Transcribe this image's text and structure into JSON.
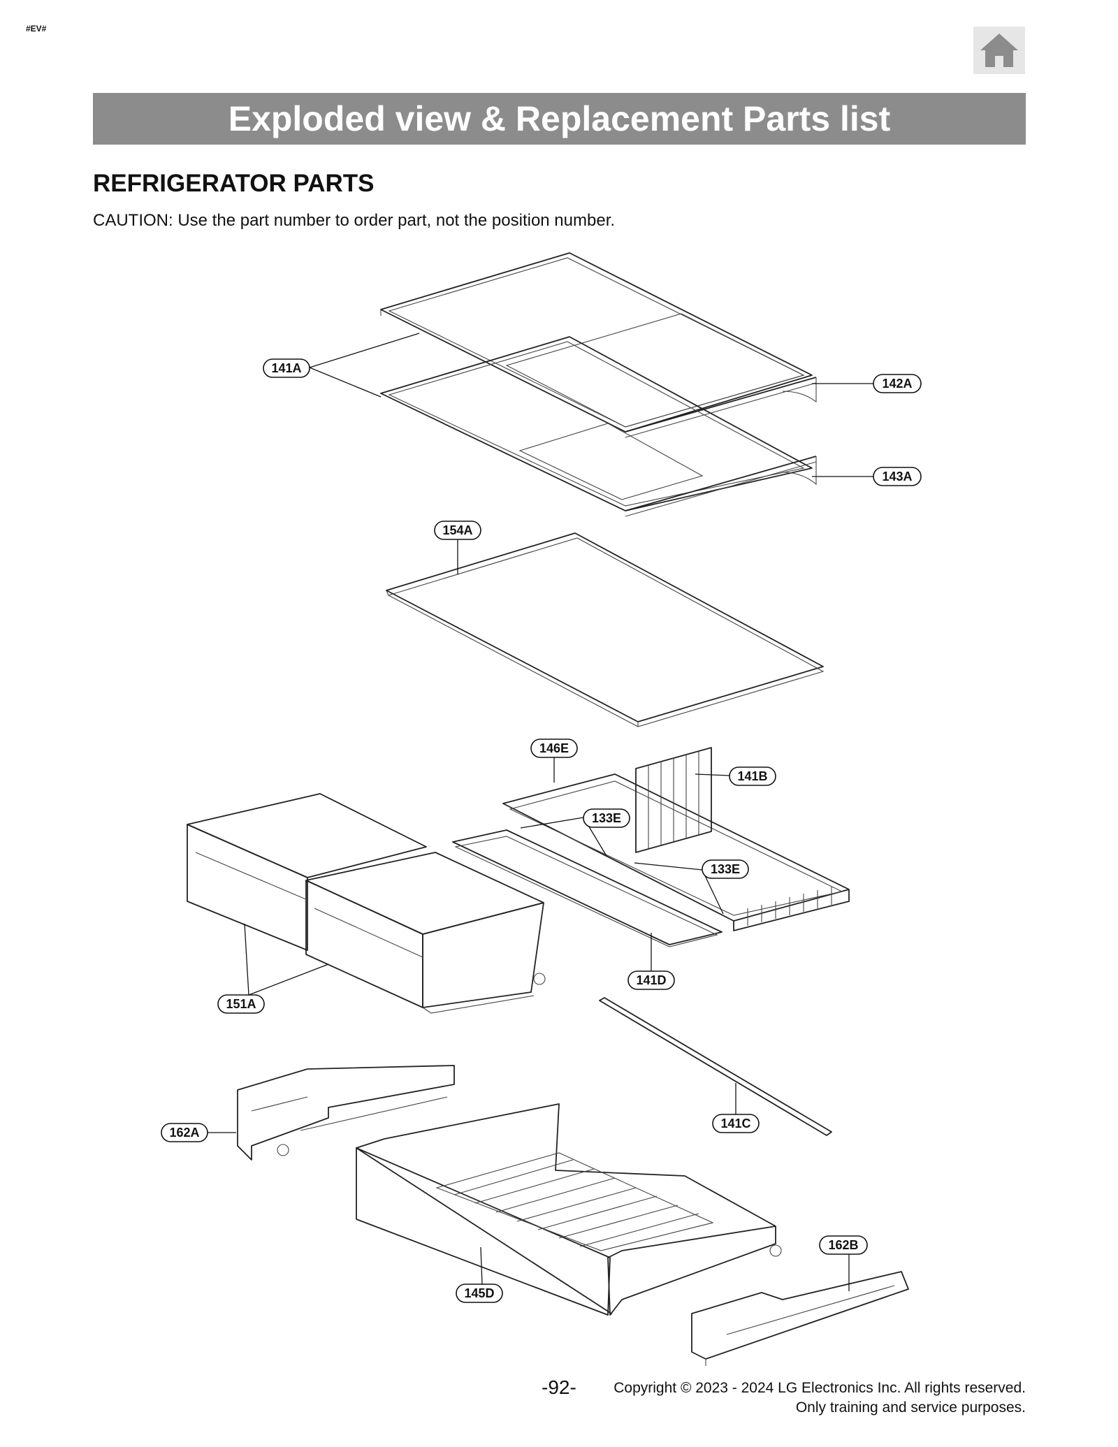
{
  "page": {
    "tag": "#EV#",
    "banner_title": "Exploded view & Replacement Parts list",
    "section_title": "REFRIGERATOR PARTS",
    "caution": "CAUTION: Use the part number to order part, not the position number.",
    "page_number": "-92-",
    "copyright_line1": "Copyright © 2023 - 2024 LG Electronics Inc. All rights reserved.",
    "copyright_line2": "Only training and service purposes."
  },
  "home_button": {
    "icon": "home-icon"
  },
  "callouts": [
    "141A",
    "142A",
    "143A",
    "154A",
    "146E",
    "141B",
    "133E",
    "133E",
    "151A",
    "141D",
    "162A",
    "141C",
    "145D",
    "162B"
  ]
}
